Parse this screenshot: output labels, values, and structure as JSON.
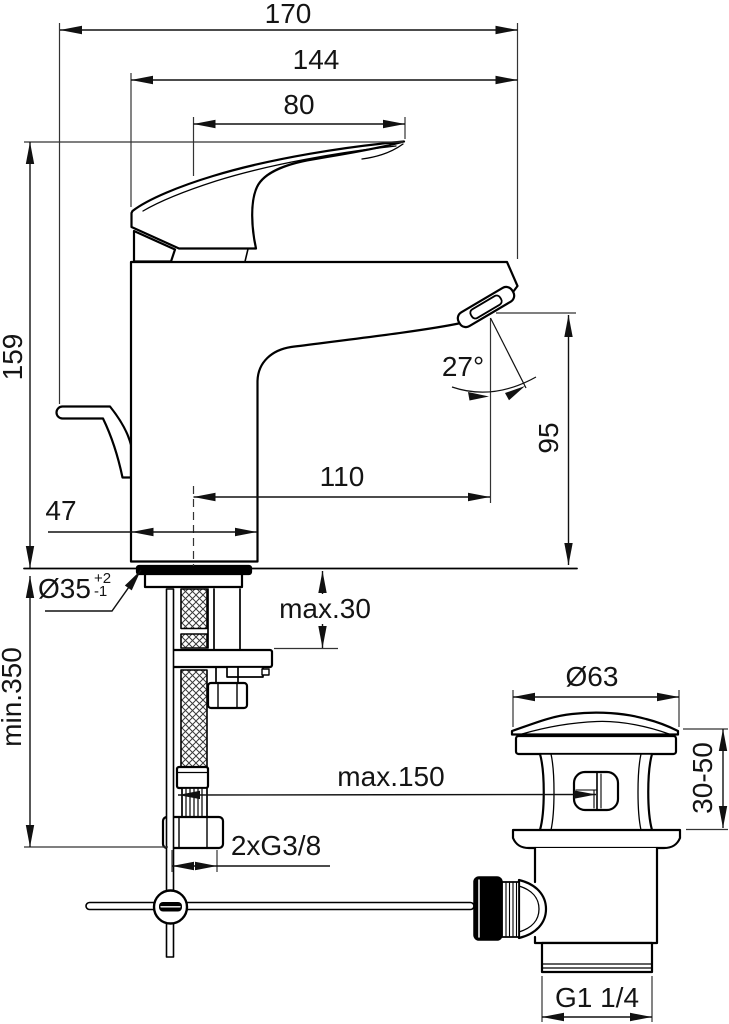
{
  "drawing_colors": {
    "line": "#111111",
    "background": "#ffffff"
  },
  "labels": {
    "overall_length": "170",
    "body_to_spout_tip": "144",
    "handle_length": "80",
    "height_to_handle_top": "159",
    "spout_angle": "27°",
    "spout_outlet_height": "95",
    "spout_reach": "110",
    "base_depth": "47",
    "hole_diameter": "Ø35",
    "hole_tolerance_plus": "+2",
    "hole_tolerance_minus": "-1",
    "deck_thickness": "max.30",
    "hose_min_length": "min.350",
    "rod_max_length": "max.150",
    "supply_connection": "2xG3/8",
    "waste_flange_diameter": "Ø63",
    "waste_adjust_range": "30-50",
    "waste_thread": "G1 1/4"
  }
}
